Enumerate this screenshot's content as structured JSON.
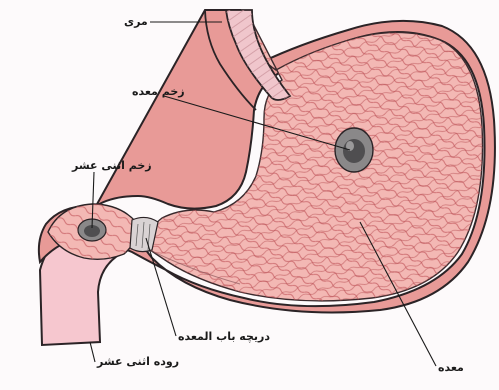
{
  "labels": {
    "esophagus": "مری",
    "gastric_ulcer": "زخم معده",
    "duodenal_ulcer": "زخم اثنی عشر",
    "pylorus": "دریچه باب المعده",
    "duodenum": "روده اثنی عشر",
    "stomach": "معده"
  },
  "colors": {
    "stomach_fill": "#f3b8b4",
    "wall_fill": "#e89a97",
    "esophagus_fill": "#f0c6cc",
    "duodenum_lumen": "#f6c7cf",
    "outline": "#2b2326",
    "ulcer": "#6b6a6b"
  }
}
